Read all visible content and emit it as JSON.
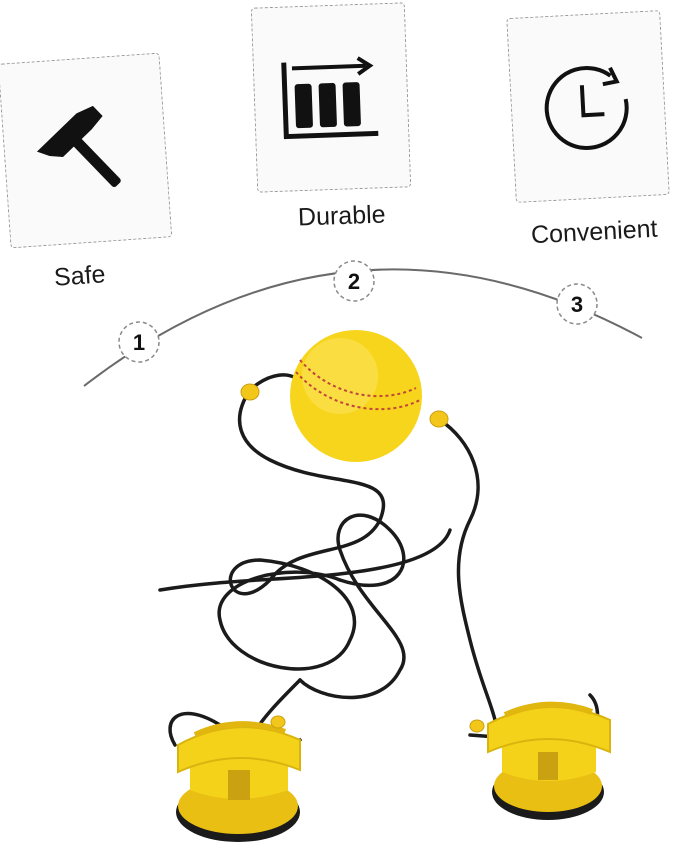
{
  "features": [
    {
      "label": "Safe",
      "icon": "hammer-icon"
    },
    {
      "label": "Durable",
      "icon": "bar-chart-icon"
    },
    {
      "label": "Convenient",
      "icon": "clock-refresh-icon"
    }
  ],
  "steps": [
    "1",
    "2",
    "3"
  ],
  "colors": {
    "ball": "#f7d51c",
    "seam": "#c2453a",
    "suction_cup": "#f5d21a",
    "cord": "#1b1b1b",
    "card_border": "#9a9a9a"
  }
}
